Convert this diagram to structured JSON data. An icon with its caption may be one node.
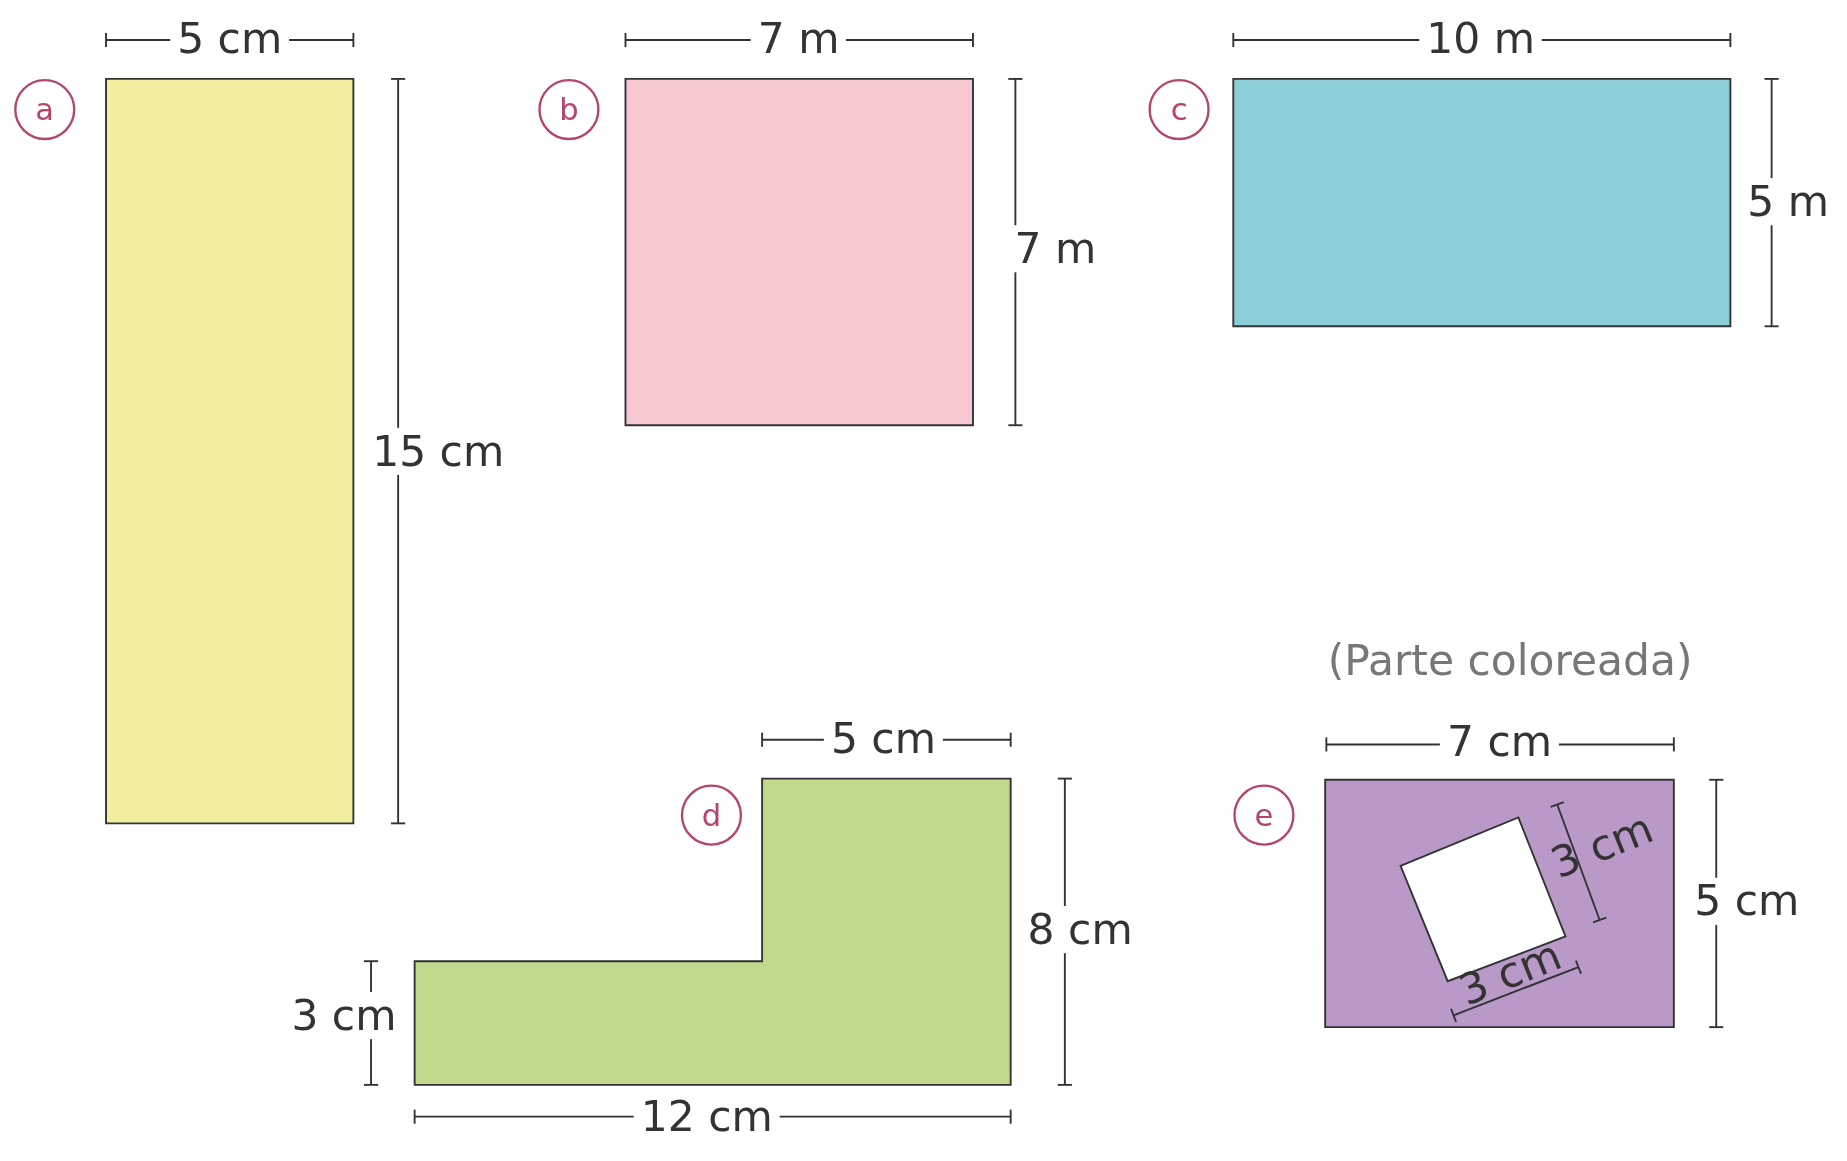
{
  "diagram": {
    "nodes": [
      {
        "text": [
          "a"
        ]
      },
      {
        "text": [
          "b"
        ]
      },
      {
        "text": [
          "c"
        ]
      },
      {
        "text": [
          "d"
        ]
      },
      {
        "text": [
          "e"
        ]
      },
      {
        "text": [],
        "shape": "box"
      },
      {
        "text": [],
        "shape": "box"
      },
      {
        "text": [],
        "shape": "box"
      },
      {
        "text": [],
        "shape": "polygon"
      },
      {
        "text": [],
        "shape": "box"
      }
    ],
    "edges": [],
    "labels": [
      "5 cm",
      "7 m",
      "10 m",
      "7 m",
      "5 m",
      "15 cm",
      "(Parte coloreada)",
      "5 cm",
      "7 cm",
      "3 cm",
      "8 cm",
      "5 cm",
      "3 cm",
      "3 cm",
      "12 cm"
    ]
  }
}
